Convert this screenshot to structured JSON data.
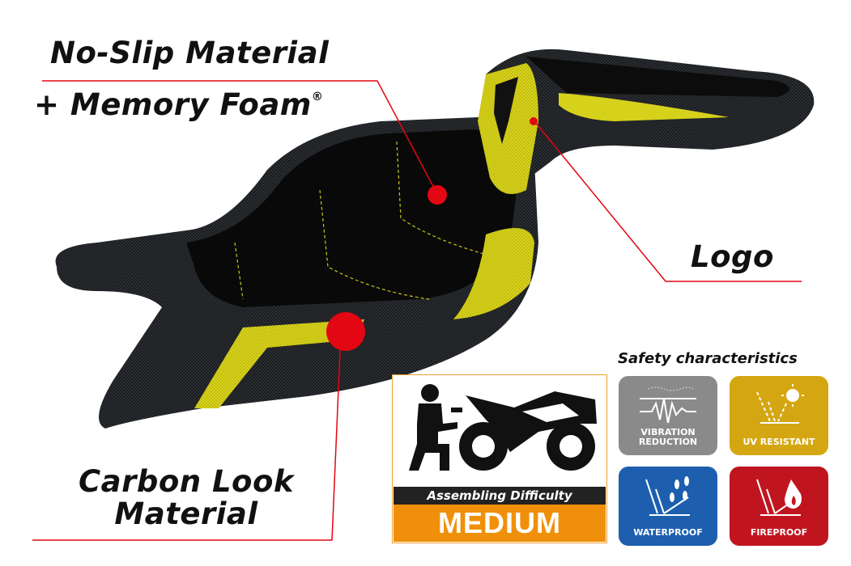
{
  "callouts": {
    "no_slip_line1": "No-Slip Material",
    "no_slip_line2": "+ Memory Foam",
    "registered_mark": "®",
    "logo": "Logo",
    "carbon_line1": "Carbon Look",
    "carbon_line2": "Material"
  },
  "assembly": {
    "label": "Assembling Difficulty",
    "level": "MEDIUM"
  },
  "safety": {
    "title": "Safety characteristics",
    "badges": [
      {
        "label_line1": "VIBRATION",
        "label_line2": "REDUCTION",
        "icon": "vibration-icon",
        "color": "#8a8a8a"
      },
      {
        "label_line1": "UV RESISTANT",
        "label_line2": "",
        "icon": "sun-icon",
        "color": "#d4a712"
      },
      {
        "label_line1": "WATERPROOF",
        "label_line2": "",
        "icon": "water-drops-icon",
        "color": "#1d5fae"
      },
      {
        "label_line1": "FIREPROOF",
        "label_line2": "",
        "icon": "flame-icon",
        "color": "#c0151f"
      }
    ]
  },
  "colors": {
    "accent_red": "#e30613",
    "seat_yellow": "#d8d21a",
    "seat_black": "#111111",
    "difficulty_orange": "#f0900a"
  }
}
